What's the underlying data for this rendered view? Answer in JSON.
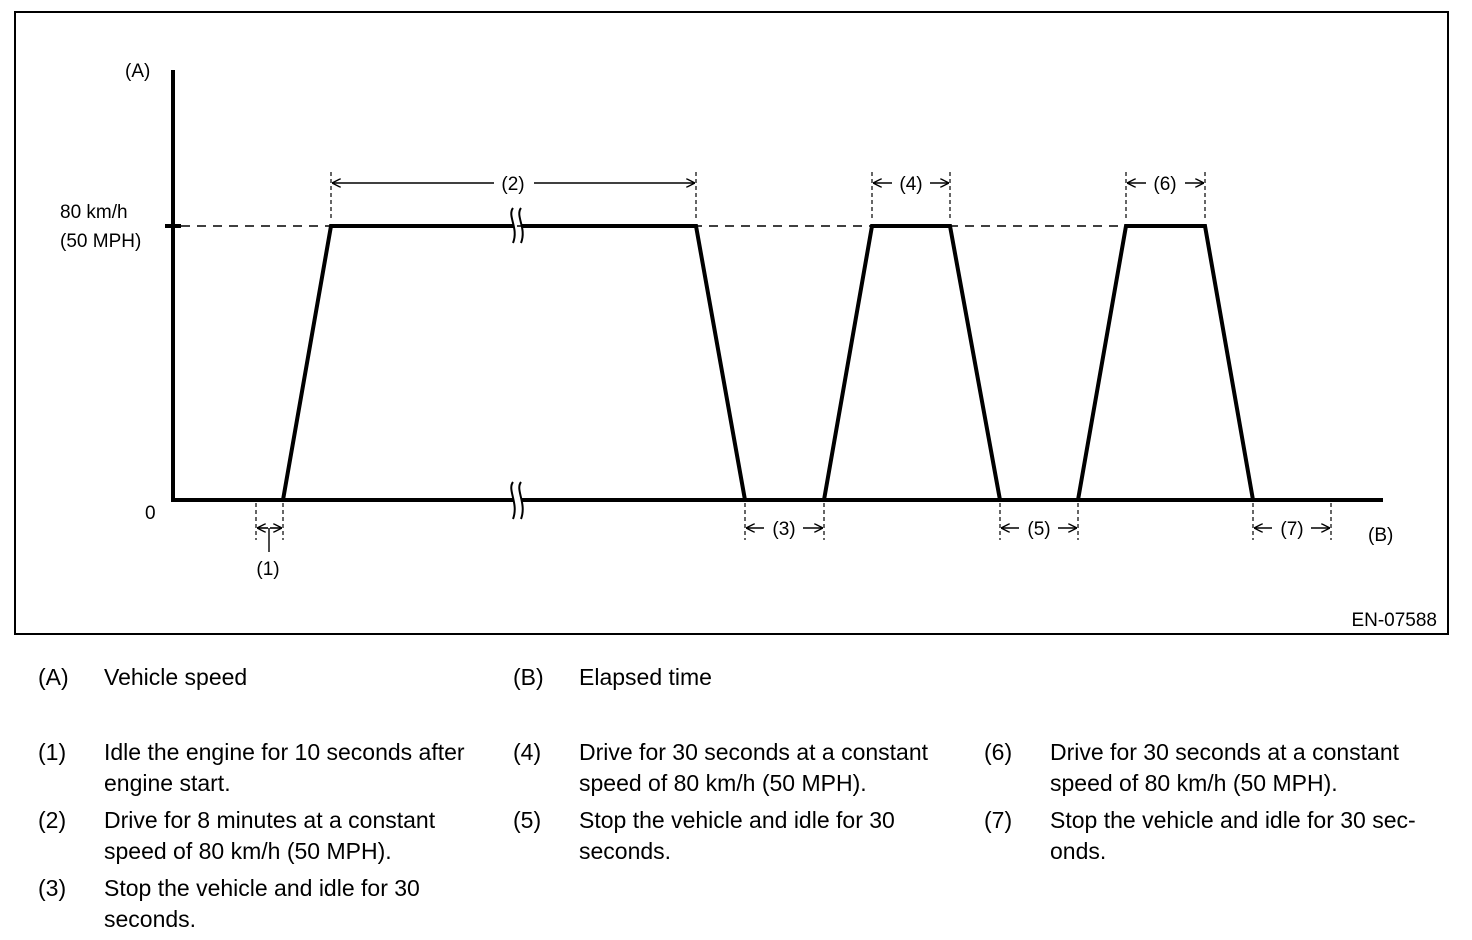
{
  "figure": {
    "y_axis_letter": "(A)",
    "x_axis_letter": "(B)",
    "speed_label_line1": "80 km/h",
    "speed_label_line2": "(50 MPH)",
    "zero_label": "0",
    "figure_code": "EN-07588",
    "interval_labels": {
      "p1": "(1)",
      "p2": "(2)",
      "p3": "(3)",
      "p4": "(4)",
      "p5": "(5)",
      "p6": "(6)",
      "p7": "(7)"
    }
  },
  "legend": {
    "A": {
      "key": "(A)",
      "text": "Vehicle speed"
    },
    "B": {
      "key": "(B)",
      "text": "Elapsed time"
    },
    "items": [
      {
        "key": "(1)",
        "text": "Idle the engine for 10 seconds after engine start."
      },
      {
        "key": "(2)",
        "text": "Drive for 8 minutes at a constant speed of 80 km/h (50 MPH)."
      },
      {
        "key": "(3)",
        "text": "Stop the vehicle and idle for 30 seconds."
      },
      {
        "key": "(4)",
        "text": "Drive for 30 seconds at a constant speed of 80 km/h (50 MPH)."
      },
      {
        "key": "(5)",
        "text": "Stop the vehicle and idle for 30 seconds."
      },
      {
        "key": "(6)",
        "text": "Drive for 30 seconds at a constant speed of 80 km/h (50 MPH)."
      },
      {
        "key": "(7)",
        "text": "Stop the vehicle and idle for 30 sec-onds."
      }
    ]
  }
}
